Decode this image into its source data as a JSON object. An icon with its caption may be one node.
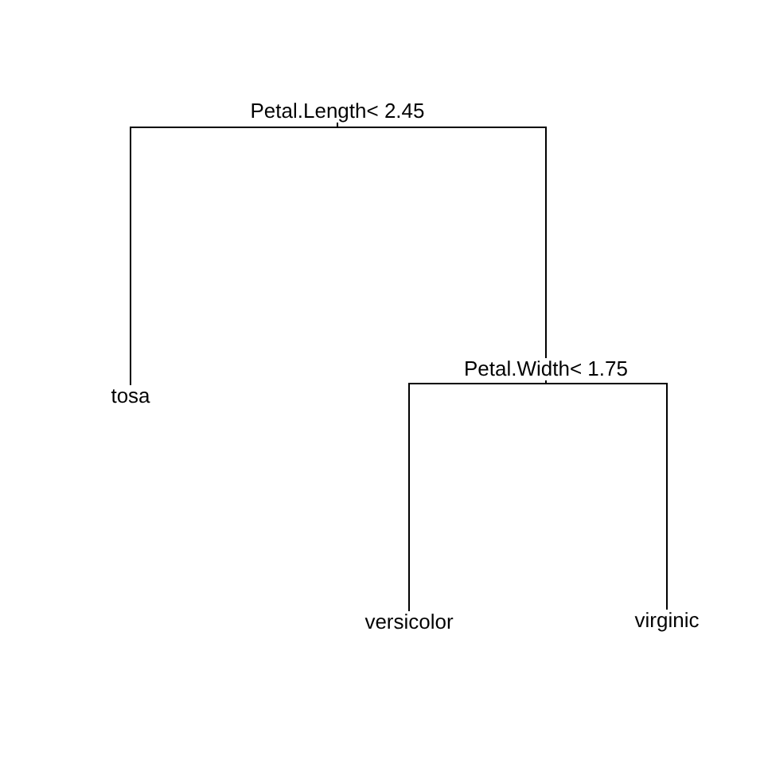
{
  "diagram": {
    "nodes": [
      {
        "text": [
          "Petal.Length< 2.45"
        ]
      },
      {
        "text": [
          "tosa"
        ]
      },
      {
        "text": [
          "Petal.Width< 1.75"
        ]
      },
      {
        "text": [
          "versicolor"
        ]
      },
      {
        "text": [
          "virginic"
        ]
      }
    ],
    "edges": [
      {
        "from": 0,
        "to": 1,
        "arrow": "none"
      },
      {
        "from": 0,
        "to": 2,
        "arrow": "none"
      },
      {
        "from": 2,
        "to": 3,
        "arrow": "none"
      },
      {
        "from": 2,
        "to": 4,
        "arrow": "none"
      }
    ]
  }
}
